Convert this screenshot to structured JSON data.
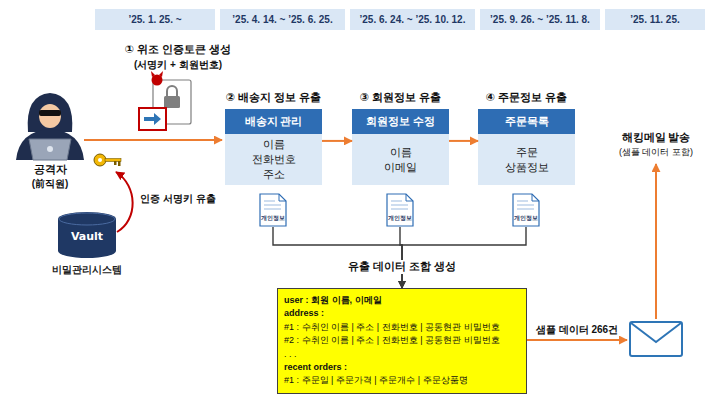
{
  "diagram": {
    "nodes": [
      {
        "text": [
          "’25. 1. 25. ~"
        ]
      },
      {
        "text": [
          "’25. 4. 14. ~ ’25. 6. 25."
        ]
      },
      {
        "text": [
          "’25. 6. 24. ~ ’25. 10. 12."
        ]
      },
      {
        "text": [
          "’25. 9. 26. ~ ’25. 11. 8."
        ]
      },
      {
        "text": [
          "’25. 11. 25."
        ]
      },
      {
        "text": [
          "Vault",
          "비밀관리시스템"
        ]
      },
      {
        "text": [
          "② 배송지 정보 유출",
          "배송지 관리",
          "이름 전화번호 주소"
        ]
      },
      {
        "text": [
          "③ 회원정보 유출",
          "회원정보 수정",
          "이름 이메일"
        ]
      },
      {
        "text": [
          "④ 주문정보 유출",
          "주문목록",
          "주문 상품정보"
        ]
      },
      {
        "text": [
          "개인정보"
        ]
      },
      {
        "text": [
          "개인정보"
        ]
      },
      {
        "text": [
          "개인정보"
        ]
      },
      {
        "text": [
          "user : 회원 이름, 이메일",
          "address :",
          "#1 : 수취인 이름 | 주소 | 전화번호 | 공동현관 비밀번호",
          "#2 : 수취인 이름 | 주소 | 전화번호 | 공동현관 비밀번호",
          ". . .",
          "recent orders :",
          "#1 : 주문일 | 주문가격 | 주문개수 | 주문상품명"
        ]
      }
    ],
    "edges": [
      {
        "from": 6,
        "to": 7,
        "arrow": "to"
      },
      {
        "from": 7,
        "to": 8,
        "arrow": "to"
      },
      {
        "from": 9,
        "to": 12,
        "arrow": "to"
      },
      {
        "from": 10,
        "to": 12,
        "label": "유출 데이터 조합 생성",
        "arrow": "to"
      },
      {
        "from": 11,
        "to": 12,
        "arrow": "to"
      }
    ],
    "labels": [
      "① 위조 인증토큰 생성",
      "(서명키 + 회원번호)",
      "공격자",
      "(前직원)",
      "인증 서명키 유출",
      "해킹메일 발송",
      "(샘플 데이터 포함)",
      "샘플 데이터 266건"
    ]
  }
}
